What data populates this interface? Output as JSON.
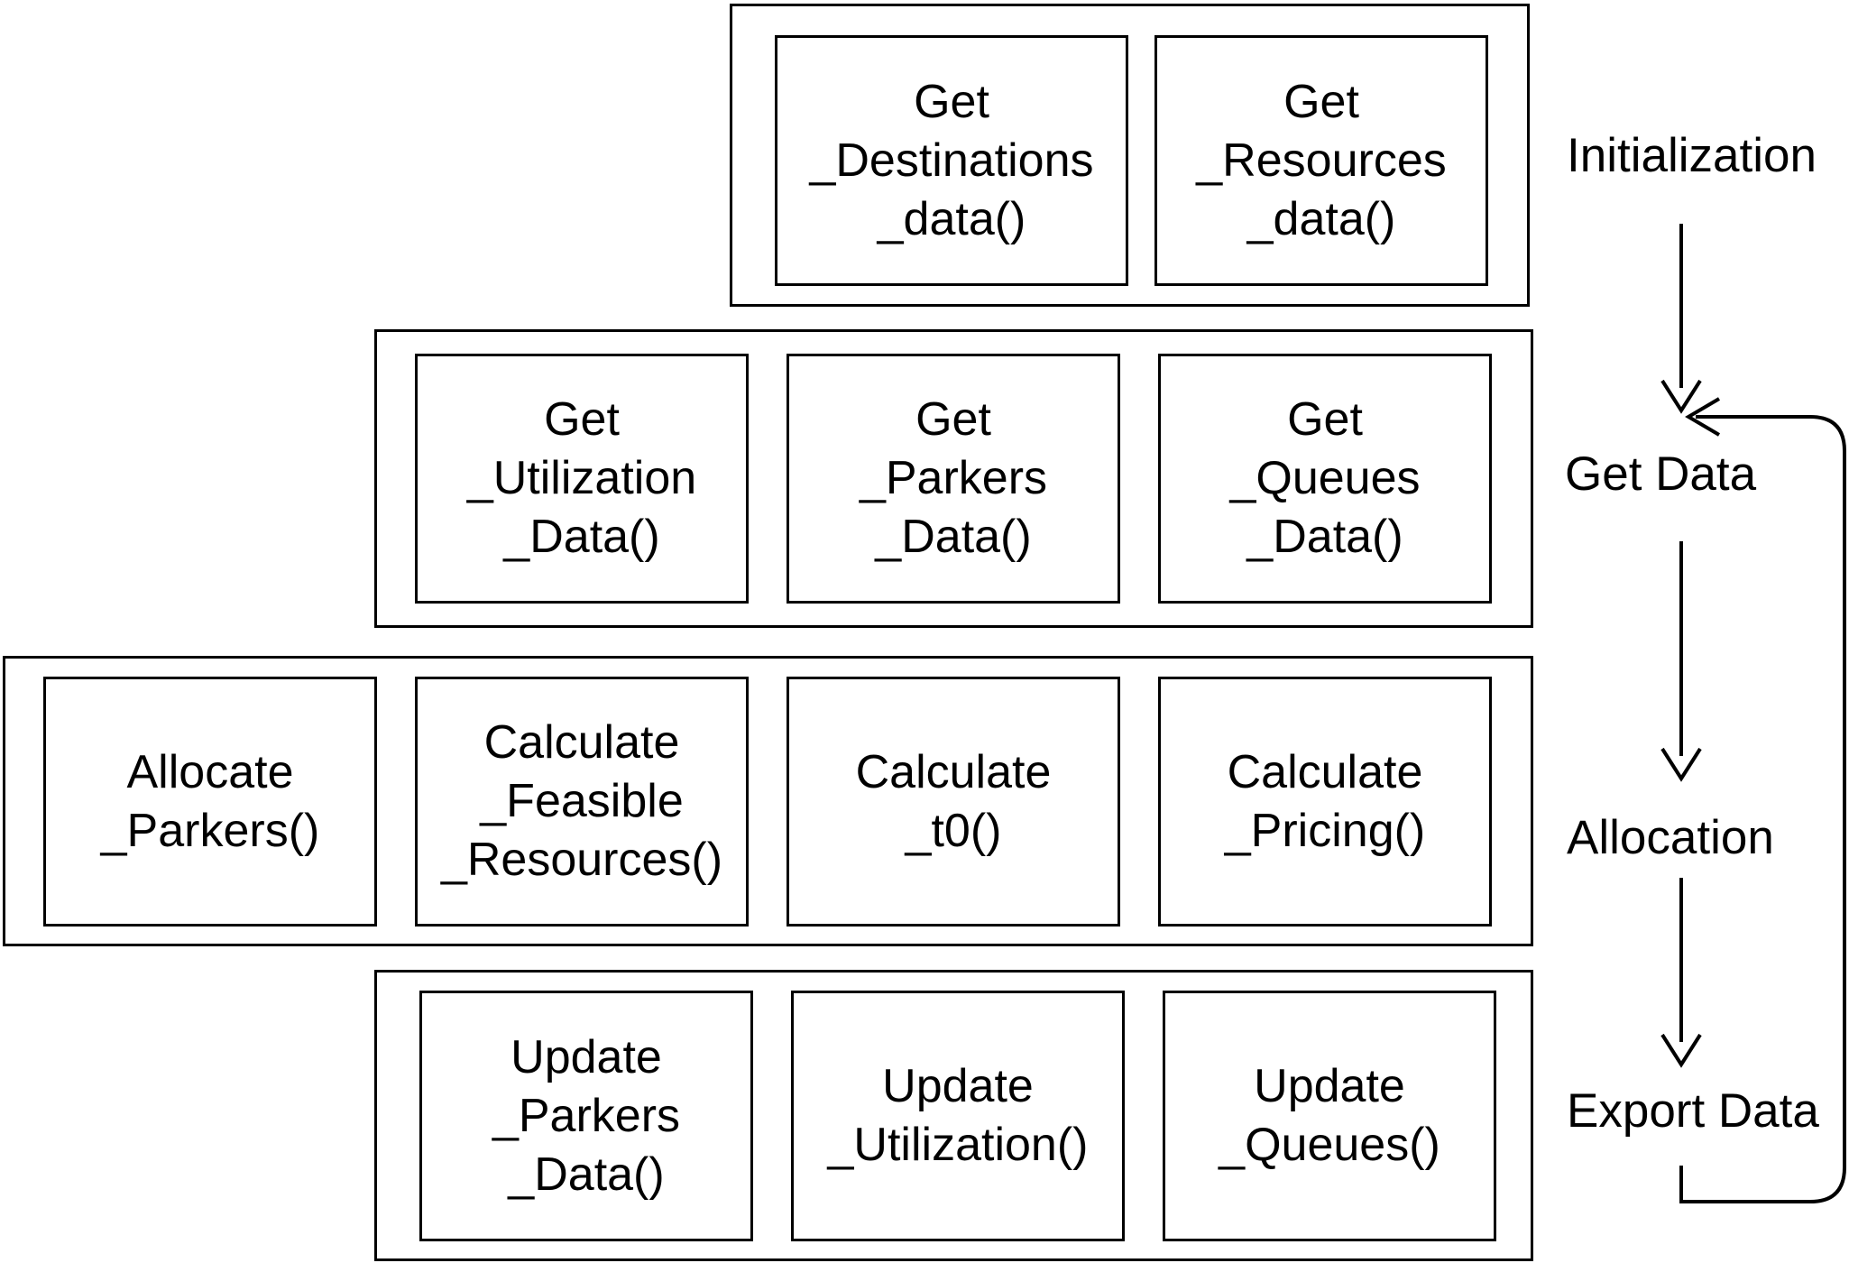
{
  "stages": [
    {
      "label": "Initialization",
      "functions": [
        {
          "lines": [
            "Get",
            "_Destinations",
            "_data()"
          ]
        },
        {
          "lines": [
            "Get",
            "_Resources",
            "_data()"
          ]
        }
      ]
    },
    {
      "label": "Get Data",
      "functions": [
        {
          "lines": [
            "Get",
            "_Utilization",
            "_Data()"
          ]
        },
        {
          "lines": [
            "Get",
            "_Parkers",
            "_Data()"
          ]
        },
        {
          "lines": [
            "Get",
            "_Queues",
            "_Data()"
          ]
        }
      ]
    },
    {
      "label": "Allocation",
      "functions": [
        {
          "lines": [
            "Allocate",
            "_Parkers()"
          ]
        },
        {
          "lines": [
            "Calculate",
            "_Feasible",
            "_Resources()"
          ]
        },
        {
          "lines": [
            "Calculate",
            "_t0()"
          ]
        },
        {
          "lines": [
            "Calculate",
            "_Pricing()"
          ]
        }
      ]
    },
    {
      "label": "Export Data",
      "functions": [
        {
          "lines": [
            "Update",
            "_Parkers",
            "_Data()"
          ]
        },
        {
          "lines": [
            "Update",
            "_Utilization()"
          ]
        },
        {
          "lines": [
            "Update",
            "_Queues()"
          ]
        }
      ]
    }
  ]
}
